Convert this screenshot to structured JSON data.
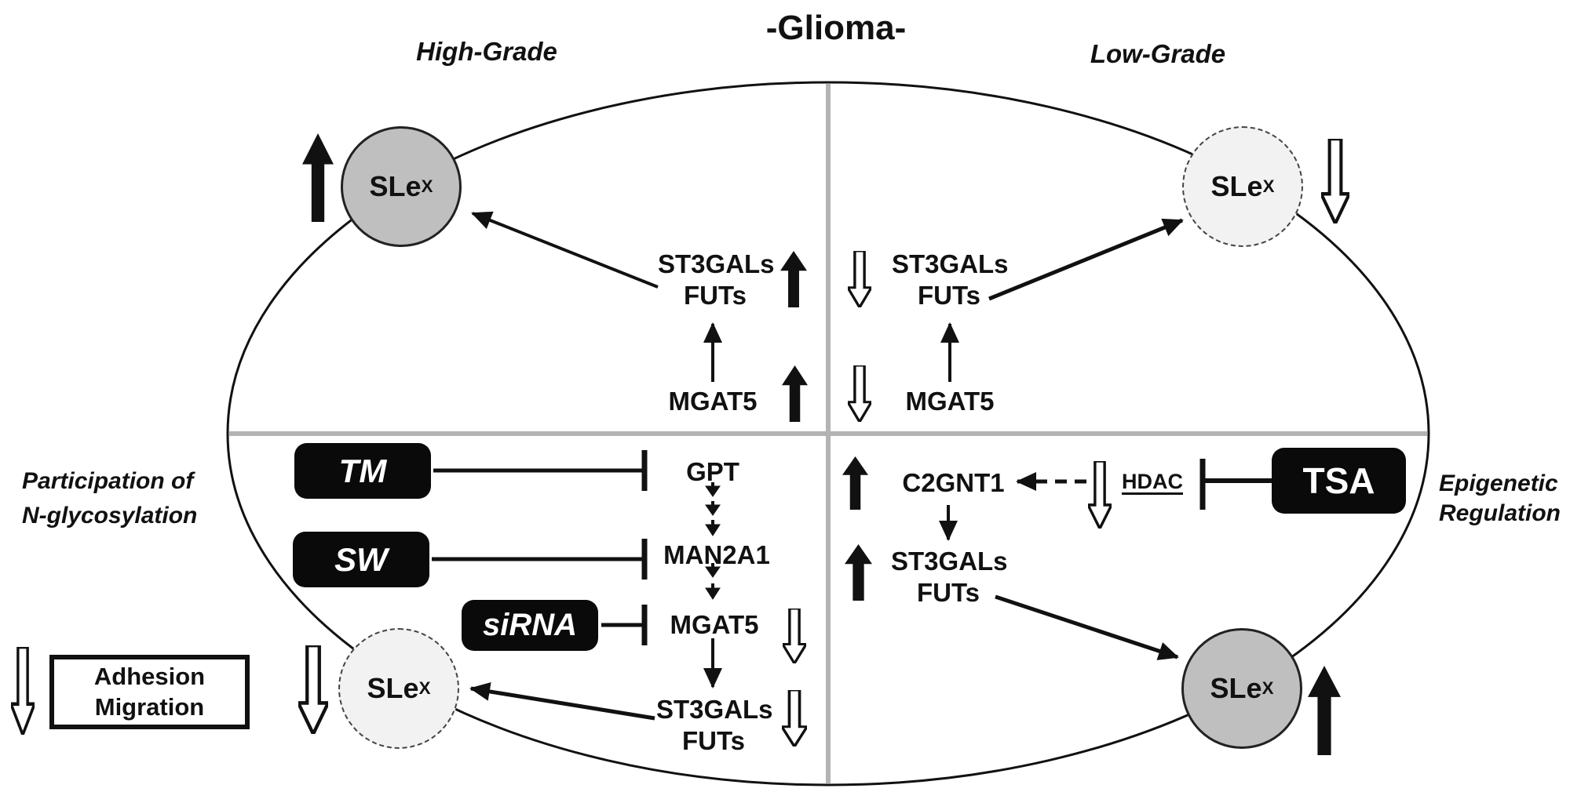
{
  "title": "-Glioma-",
  "sections": {
    "high_grade_label": "High-Grade",
    "low_grade_label": "Low-Grade",
    "left_caption_line1": "Participation of",
    "left_caption_line2": "N-glycosylation",
    "right_caption_line1": "Epigenetic",
    "right_caption_line2": "Regulation"
  },
  "nodes": {
    "slex_base": "SLe",
    "slex_sup": "X",
    "st3gals": "ST3GALs",
    "futs": "FUTs",
    "mgat5": "MGAT5",
    "gpt": "GPT",
    "man2a1": "MAN2A1",
    "c2gnt1": "C2GNT1",
    "hdac": "HDAC"
  },
  "inhibitors": {
    "tm": "TM",
    "sw": "SW",
    "sirna": "siRNA",
    "tsa": "TSA"
  },
  "outcome_box": {
    "line1": "Adhesion",
    "line2": "Migration"
  },
  "icons": {
    "up_arrow_meaning": "increase",
    "down_arrow_meaning": "decrease"
  },
  "colors": {
    "ink": "#111111",
    "divider_gray": "#b3b3b3",
    "node_fill_high": "#bfbfbf",
    "node_fill_low": "#f2f2f2",
    "inhibitor_box_fill": "#0a0a0a",
    "background": "#ffffff"
  }
}
